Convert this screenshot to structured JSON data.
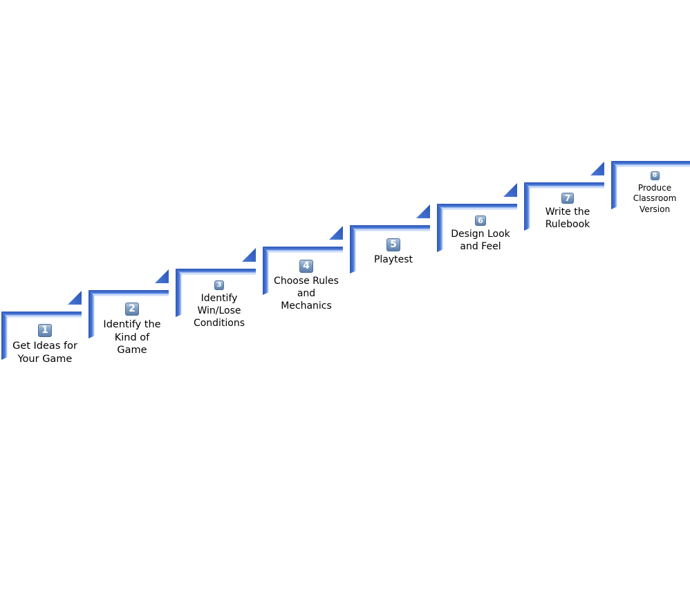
{
  "diagram": {
    "steps": [
      {
        "number": "1",
        "label_lines": [
          "Get Ideas for",
          "Your Game"
        ]
      },
      {
        "number": "2",
        "label_lines": [
          "Identify the",
          "Kind of",
          "Game"
        ]
      },
      {
        "number": "3",
        "label_lines": [
          "Identify",
          "Win/Lose",
          "Conditions"
        ]
      },
      {
        "number": "4",
        "label_lines": [
          "Choose Rules",
          "and",
          "Mechanics"
        ]
      },
      {
        "number": "5",
        "label_lines": [
          "Playtest"
        ]
      },
      {
        "number": "6",
        "label_lines": [
          "Design Look",
          "and Feel"
        ]
      },
      {
        "number": "7",
        "label_lines": [
          "Write the",
          "Rulebook"
        ]
      },
      {
        "number": "8",
        "label_lines": [
          "Produce",
          "Classroom",
          "Version"
        ]
      }
    ],
    "colors": {
      "step_dark": "#2b55b8",
      "step_mid": "#4a7ad6",
      "step_light": "#dfeaff"
    }
  }
}
